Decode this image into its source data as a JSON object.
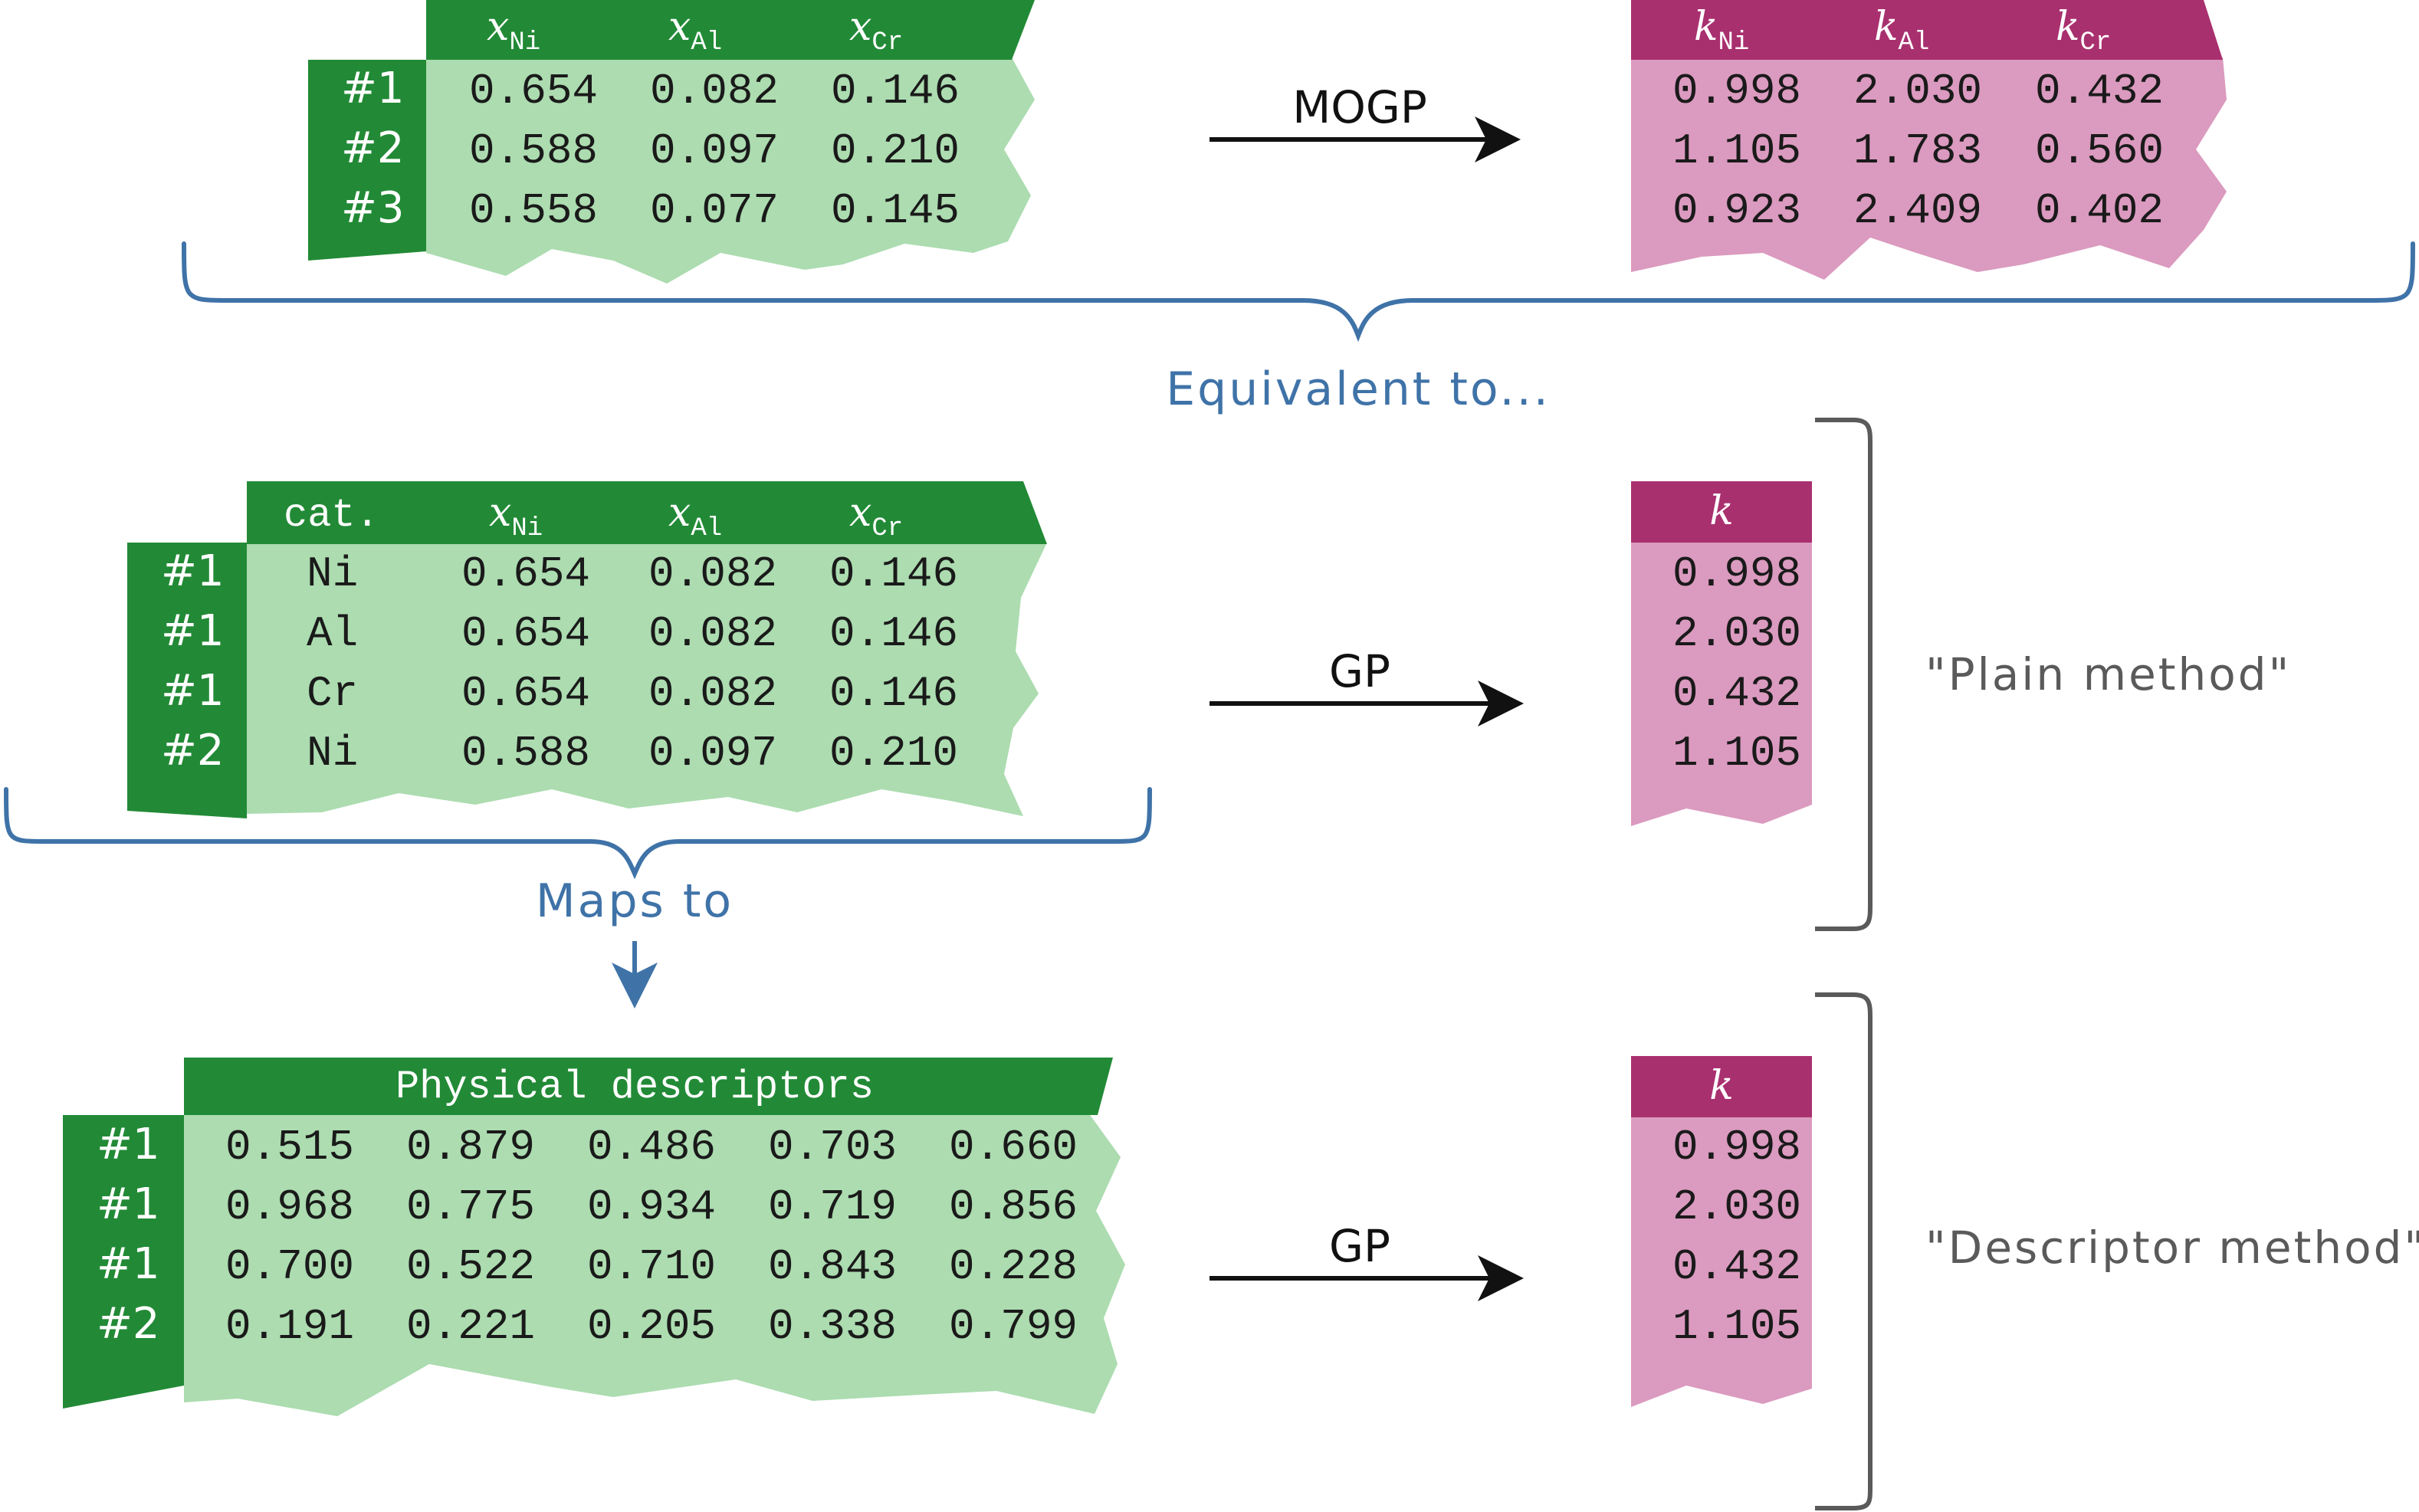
{
  "colors": {
    "green_dark": "#228a36",
    "green_light": "#acdcb0",
    "magenta_dark": "#a9306f",
    "magenta_light": "#db9abf",
    "brace_blue": "#3f73a8",
    "bracket_gray": "#5a5a5a",
    "arrow": "#111111"
  },
  "top": {
    "input_table": {
      "headers": [
        {
          "sym": "x",
          "sub": "Ni"
        },
        {
          "sym": "x",
          "sub": "Al"
        },
        {
          "sym": "x",
          "sub": "Cr"
        }
      ],
      "rows": [
        {
          "idx": "#1",
          "cells": [
            "0.654",
            "0.082",
            "0.146"
          ]
        },
        {
          "idx": "#2",
          "cells": [
            "0.588",
            "0.097",
            "0.210"
          ]
        },
        {
          "idx": "#3",
          "cells": [
            "0.558",
            "0.077",
            "0.145"
          ]
        }
      ]
    },
    "arrow_label": "MOGP",
    "output_table": {
      "headers": [
        {
          "sym": "k",
          "sub": "Ni"
        },
        {
          "sym": "k",
          "sub": "Al"
        },
        {
          "sym": "k",
          "sub": "Cr"
        }
      ],
      "rows": [
        [
          "0.998",
          "2.030",
          "0.432"
        ],
        [
          "1.105",
          "1.783",
          "0.560"
        ],
        [
          "0.923",
          "2.409",
          "0.402"
        ]
      ]
    },
    "brace_label": "Equivalent to..."
  },
  "middle": {
    "input_table": {
      "cat_header": "cat.",
      "headers": [
        {
          "sym": "x",
          "sub": "Ni"
        },
        {
          "sym": "x",
          "sub": "Al"
        },
        {
          "sym": "x",
          "sub": "Cr"
        }
      ],
      "rows": [
        {
          "idx": "#1",
          "cat": "Ni",
          "cells": [
            "0.654",
            "0.082",
            "0.146"
          ]
        },
        {
          "idx": "#1",
          "cat": "Al",
          "cells": [
            "0.654",
            "0.082",
            "0.146"
          ]
        },
        {
          "idx": "#1",
          "cat": "Cr",
          "cells": [
            "0.654",
            "0.082",
            "0.146"
          ]
        },
        {
          "idx": "#2",
          "cat": "Ni",
          "cells": [
            "0.588",
            "0.097",
            "0.210"
          ]
        }
      ]
    },
    "arrow_label": "GP",
    "output_table": {
      "header": "k",
      "values": [
        "0.998",
        "2.030",
        "0.432",
        "1.105"
      ]
    },
    "method_label": "\"Plain method\"",
    "brace_label": "Maps to"
  },
  "bottom": {
    "input_table": {
      "header": "Physical descriptors",
      "rows": [
        {
          "idx": "#1",
          "cells": [
            "0.515",
            "0.879",
            "0.486",
            "0.703",
            "0.660"
          ]
        },
        {
          "idx": "#1",
          "cells": [
            "0.968",
            "0.775",
            "0.934",
            "0.719",
            "0.856"
          ]
        },
        {
          "idx": "#1",
          "cells": [
            "0.700",
            "0.522",
            "0.710",
            "0.843",
            "0.228"
          ]
        },
        {
          "idx": "#2",
          "cells": [
            "0.191",
            "0.221",
            "0.205",
            "0.338",
            "0.799"
          ]
        }
      ]
    },
    "arrow_label": "GP",
    "output_table": {
      "header": "k",
      "values": [
        "0.998",
        "2.030",
        "0.432",
        "1.105"
      ]
    },
    "method_label": "\"Descriptor method\""
  }
}
